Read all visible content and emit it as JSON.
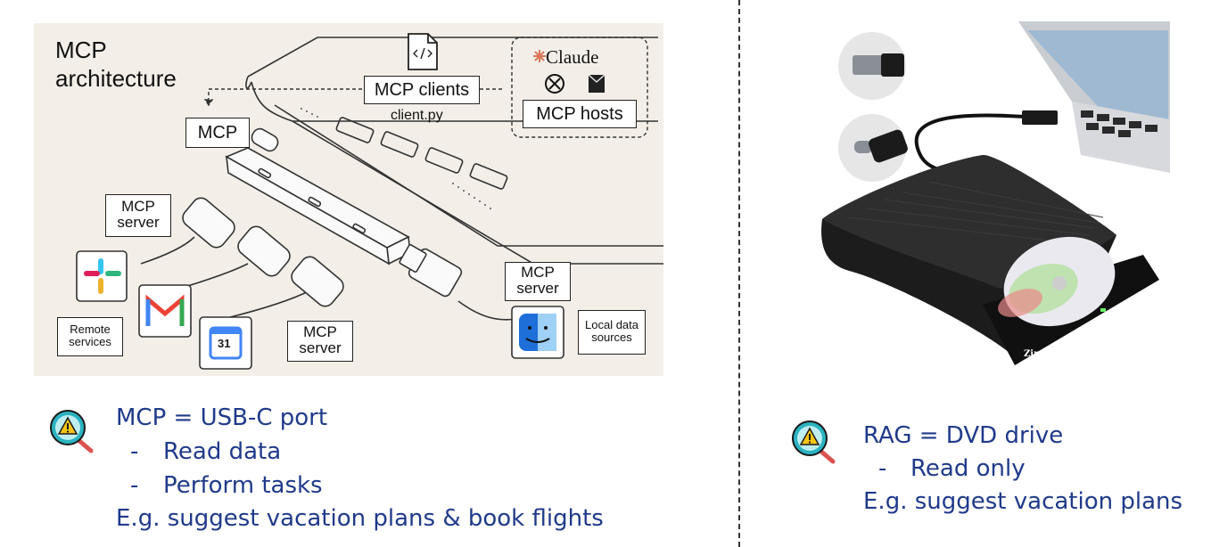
{
  "diagram": {
    "title_line1": "MCP",
    "title_line2": "architecture",
    "mcp_clients": "MCP clients",
    "client_file": "client.py",
    "claude_brand": "Claude",
    "mcp_hosts": "MCP hosts",
    "mcp_label": "MCP",
    "mcp_server_left_1": "MCP",
    "mcp_server_left_2": "server",
    "mcp_server_mid_1": "MCP",
    "mcp_server_mid_2": "server",
    "mcp_server_right_1": "MCP",
    "mcp_server_right_2": "server",
    "remote_services_1": "Remote",
    "remote_services_2": "services",
    "local_data_1": "Local data",
    "local_data_2": "sources",
    "calendar_day": "31",
    "dvd_brand": "Zimeo"
  },
  "left_notes": {
    "heading": "MCP = USB-C port",
    "item1_dash": "-",
    "item1": "Read data",
    "item2_dash": "-",
    "item2": "Perform tasks",
    "example": "E.g. suggest vacation plans & book flights"
  },
  "right_notes": {
    "heading": "RAG = DVD drive",
    "item1_dash": "-",
    "item1": "Read only",
    "example": "E.g.  suggest vacation plans"
  },
  "colors": {
    "text_blue": "#1f3a8a",
    "panel_bg": "#f3efe8",
    "warning_yellow": "#f5c518",
    "magnifier_teal": "#2bb3c0",
    "magnifier_handle": "#d9534f"
  },
  "icons": [
    "magnifier-warning-icon",
    "slack-icon",
    "gmail-icon",
    "google-calendar-icon",
    "finder-icon",
    "code-file-icon",
    "claude-icon",
    "openai-icon",
    "perplexity-icon",
    "usb-a-connector-icon",
    "usb-c-connector-icon"
  ]
}
